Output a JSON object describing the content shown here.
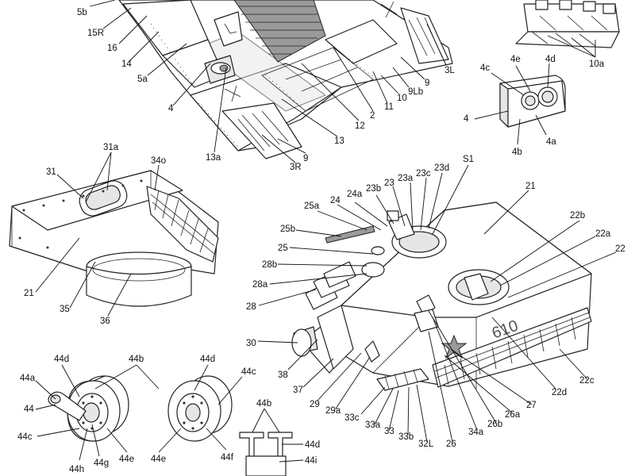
{
  "hull_labels": {
    "l5b": "5b",
    "l15R": "15R",
    "l16": "16",
    "l14": "14",
    "l5a": "5a",
    "l4": "4",
    "l13a": "13a",
    "l13": "13",
    "l12": "12",
    "l2": "2",
    "l11": "11",
    "l10": "10",
    "l9Lb": "9Lb",
    "l9": "9",
    "l3L": "3L",
    "l9b": "9",
    "l3R": "3R"
  },
  "box_labels": {
    "l10a": "10a"
  },
  "light_labels": {
    "l4c": "4c",
    "l4e": "4e",
    "l4d": "4d",
    "l4": "4",
    "l4b": "4b",
    "l4a": "4a"
  },
  "basket_labels": {
    "l31a": "31a",
    "l31": "31",
    "l34o": "34o",
    "l21": "21",
    "l35": "35",
    "l36": "36"
  },
  "turret_labels": {
    "lS1": "S1",
    "l23d": "23d",
    "l23c": "23c",
    "l23a": "23a",
    "l23": "23",
    "l23b": "23b",
    "l24a": "24a",
    "l24": "24",
    "l25a": "25a",
    "l25b": "25b",
    "l25": "25",
    "l28b": "28b",
    "l28a": "28a",
    "l28": "28",
    "l30": "30",
    "l38": "38",
    "l37": "37",
    "l29": "29",
    "l29a": "29a",
    "l33c": "33c",
    "l33a": "33a",
    "l33": "33",
    "l33b": "33b",
    "l32L": "32L",
    "l26": "26",
    "l34a": "34a",
    "l26b": "26b",
    "l26a": "26a",
    "l27": "27",
    "l22d": "22d",
    "l22c": "22c",
    "l22": "22",
    "l22a": "22a",
    "l22b": "22b",
    "l21": "21"
  },
  "turret_marking": {
    "number": "610"
  },
  "wheel_labels": {
    "l44d": "44d",
    "l44b": "44b",
    "l44d2": "44d",
    "l44c": "44c",
    "l44a": "44a",
    "l44": "44",
    "l44c2": "44c",
    "l44h": "44h",
    "l44g": "44g",
    "l44e": "44e",
    "l44e2": "44e",
    "l44f": "44f"
  },
  "axle_labels": {
    "l44b": "44b",
    "l44d": "44d",
    "l44i": "44i"
  }
}
